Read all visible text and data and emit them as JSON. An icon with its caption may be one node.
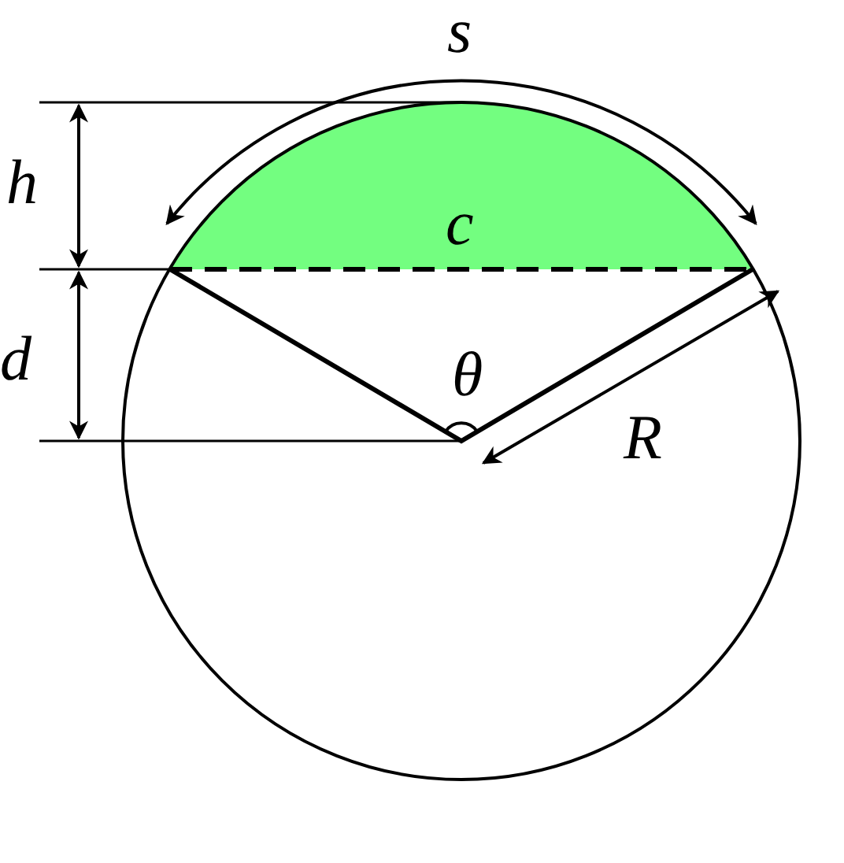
{
  "diagram": {
    "labels": [
      "s",
      "h",
      "c",
      "d",
      "θ",
      "R"
    ]
  }
}
